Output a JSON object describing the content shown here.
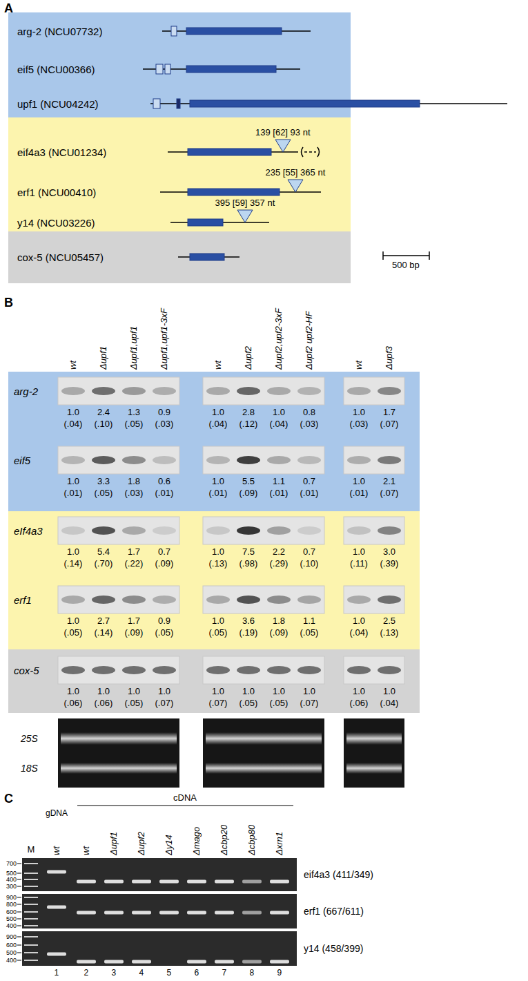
{
  "diagram": {
    "nodes": [
      {
        "text": [
          "arg-2 (NCU07732)",
          "eif5 (NCU00366)",
          "upf1 (NCU04242)"
        ]
      },
      {
        "text": [
          "eif4a3 (NCU01234)",
          "139 [62] 93 nt",
          "erf1 (NCU00410)",
          "235 [55] 365 nt",
          "y14 (NCU03226)",
          "395 [59] 357 nt"
        ]
      },
      {
        "text": [
          "cox-5 (NCU05457)"
        ]
      },
      {
        "text": [
          "arg-2",
          "eif5"
        ]
      },
      {
        "text": [
          "eIf4a3",
          "erf1"
        ]
      },
      {
        "text": [
          "cox-5"
        ]
      }
    ],
    "labels": [
      "A",
      "500 bp",
      "B",
      "wt",
      "Δupf1",
      "Δupf1,upf1",
      "Δupf1,upf1-3xF",
      "wt",
      "Δupf2",
      "Δupf2,upf2-3xF",
      "Δupf2 upf2-HF",
      "wt",
      "Δupf3",
      "1.0",
      "(.04)",
      "2.4",
      "(.10)",
      "1.3",
      "(.05)",
      "0.9",
      "(.03)",
      "1.0",
      "(.04)",
      "2.8",
      "(.12)",
      "1.0",
      "(.04)",
      "0.8",
      "(.03)",
      "1.0",
      "(.03)",
      "1.7",
      "(.07)",
      "1.0",
      "(.01)",
      "3.3",
      "(.05)",
      "1.8",
      "(.03)",
      "0.6",
      "(.01)",
      "1.0",
      "(.01)",
      "5.5",
      "(.09)",
      "1.1",
      "(.01)",
      "0.7",
      "(.01)",
      "1.0",
      "(.01)",
      "2.1",
      "(.07)",
      "1.0",
      "(.14)",
      "5.4",
      "(.70)",
      "1.7",
      "(.22)",
      "0.7",
      "(.09)",
      "1.0",
      "(.13)",
      "7.5",
      "(.98)",
      "2.2",
      "(.29)",
      "0.7",
      "(.10)",
      "1.0",
      "(.11)",
      "3.0",
      "(.39)",
      "1.0",
      "(.05)",
      "2.7",
      "(.14)",
      "1.7",
      "(.09)",
      "0.9",
      "(.05)",
      "1.0",
      "(.05)",
      "3.6",
      "(.19)",
      "1.8",
      "(.09)",
      "1.1",
      "(.05)",
      "1.0",
      "(.04)",
      "2.5",
      "(.13)",
      "1.0",
      "(.06)",
      "1.0",
      "(.06)",
      "1.0",
      "(.05)",
      "1.0",
      "(.07)",
      "1.0",
      "(.07)",
      "1.0",
      "(.05)",
      "1.0",
      "(.05)",
      "1.0",
      "(.07)",
      "1.0",
      "(.06)",
      "1.0",
      "(.04)",
      "25S",
      "18S",
      "C",
      "cDNA",
      "M",
      "gDNA",
      "wt",
      "wt",
      "Δupf1",
      "Δupf2",
      "Δy14",
      "Δmago",
      "Δcbp20",
      "Δcbp80",
      "Δxrn1",
      "700",
      "500",
      "400",
      "300",
      "900",
      "800",
      "600",
      "500",
      "400",
      "900",
      "600",
      "500",
      "400",
      "eif4a3 (411/349)",
      "erf1 (667/611)",
      "y14 (458/399)",
      "1",
      "2",
      "3",
      "4",
      "5",
      "6",
      "7",
      "8",
      "9"
    ]
  }
}
